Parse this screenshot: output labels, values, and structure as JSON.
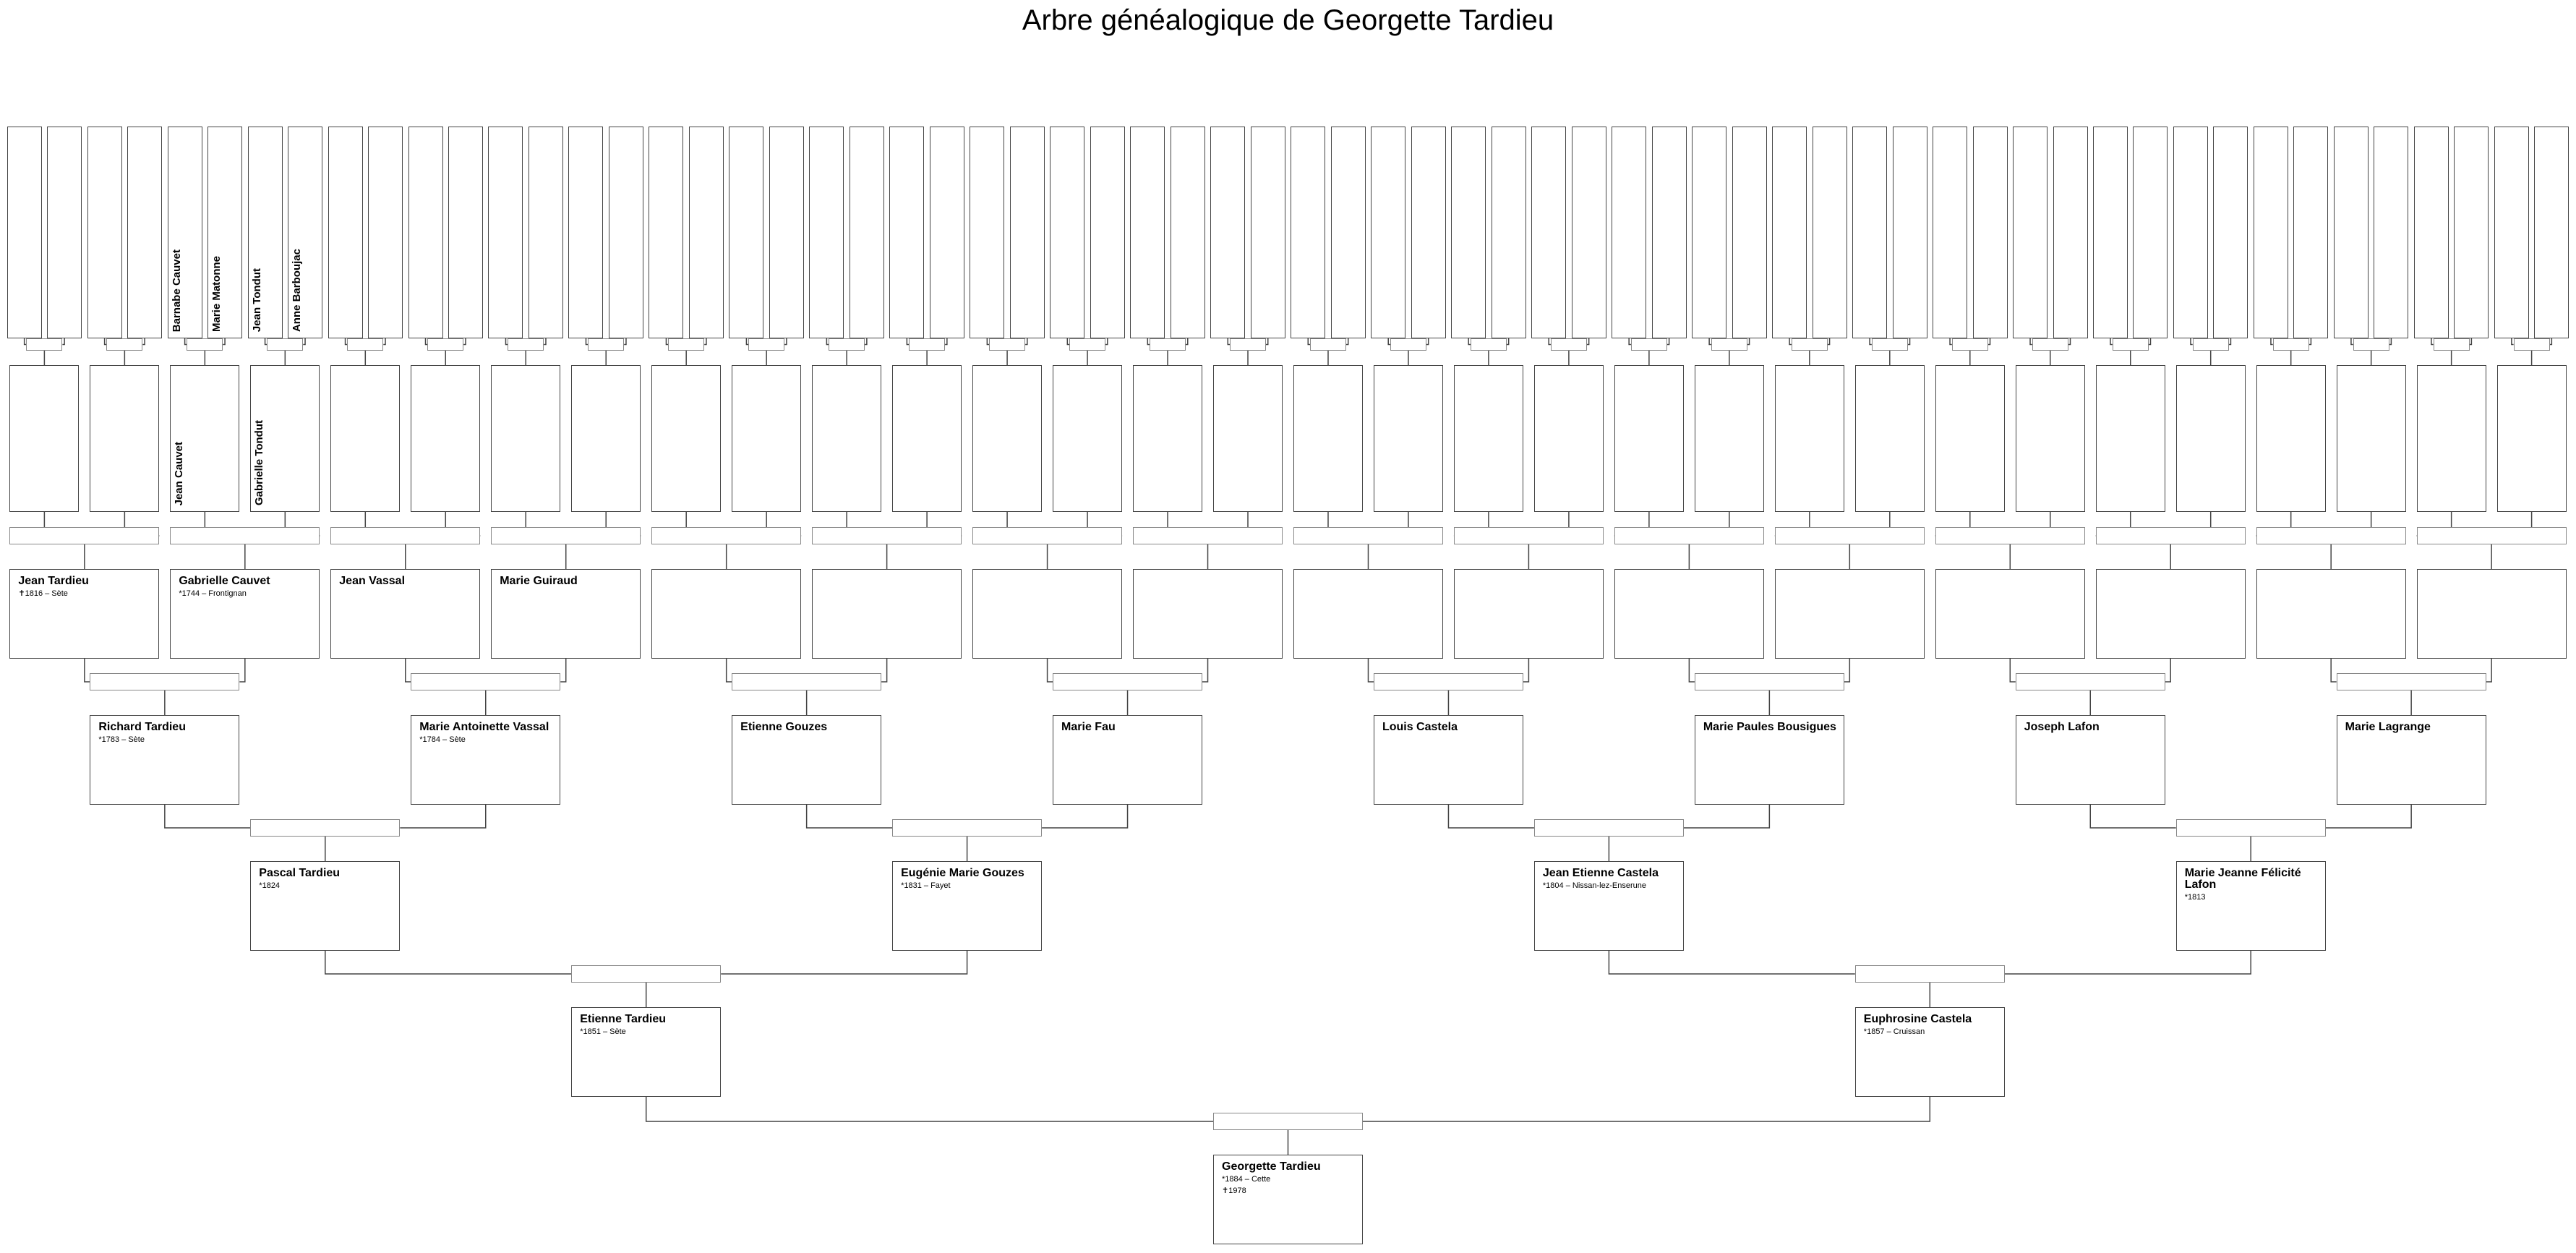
{
  "title": "Arbre généalogique de Georgette Tardieu",
  "colors": {
    "line": "#444444",
    "box_border": "#444444",
    "marriage_border": "#888888",
    "background": "#ffffff"
  },
  "people": {
    "root": {
      "name": "Georgette Tardieu",
      "lines": [
        "*1884 – Cette",
        "✝1978"
      ]
    },
    "g1": [
      {
        "name": "Etienne Tardieu",
        "lines": [
          "*1851 – Sète"
        ]
      },
      {
        "name": "Euphrosine Castela",
        "lines": [
          "*1857 – Cruissan"
        ]
      }
    ],
    "g2": [
      {
        "name": "Pascal Tardieu",
        "lines": [
          "*1824"
        ]
      },
      {
        "name": "Eugénie Marie Gouzes",
        "lines": [
          "*1831 – Fayet"
        ]
      },
      {
        "name": "Jean Etienne Castela",
        "lines": [
          "*1804 – Nissan-lez-Enserune"
        ]
      },
      {
        "name": "Marie Jeanne Félicité Lafon",
        "lines": [
          "*1813"
        ]
      }
    ],
    "g3": [
      {
        "name": "Richard Tardieu",
        "lines": [
          "*1783 – Sète"
        ]
      },
      {
        "name": "Marie Antoinette Vassal",
        "lines": [
          "*1784 – Sète"
        ]
      },
      {
        "name": "Etienne Gouzes",
        "lines": []
      },
      {
        "name": "Marie Fau",
        "lines": []
      },
      {
        "name": "Louis Castela",
        "lines": []
      },
      {
        "name": "Marie Paules Bousigues",
        "lines": []
      },
      {
        "name": "Joseph Lafon",
        "lines": []
      },
      {
        "name": "Marie Lagrange",
        "lines": []
      }
    ],
    "g4": [
      {
        "name": "Jean Tardieu",
        "lines": [
          "✝1816 – Sète"
        ]
      },
      {
        "name": "Gabrielle Cauvet",
        "lines": [
          "*1744 – Frontignan"
        ]
      },
      {
        "name": "Jean Vassal",
        "lines": []
      },
      {
        "name": "Marie Guiraud",
        "lines": []
      },
      {
        "name": "",
        "lines": []
      },
      {
        "name": "",
        "lines": []
      },
      {
        "name": "",
        "lines": []
      },
      {
        "name": "",
        "lines": []
      },
      {
        "name": "",
        "lines": []
      },
      {
        "name": "",
        "lines": []
      },
      {
        "name": "",
        "lines": []
      },
      {
        "name": "",
        "lines": []
      },
      {
        "name": "",
        "lines": []
      },
      {
        "name": "",
        "lines": []
      },
      {
        "name": "",
        "lines": []
      },
      {
        "name": "",
        "lines": []
      }
    ],
    "g5": [
      "",
      "",
      "Jean Cauvet",
      "Gabrielle Tondut",
      "",
      "",
      "",
      "",
      "",
      "",
      "",
      "",
      "",
      "",
      "",
      "",
      "",
      "",
      "",
      "",
      "",
      "",
      "",
      "",
      "",
      "",
      "",
      "",
      "",
      "",
      "",
      ""
    ],
    "g6": [
      "",
      "",
      "",
      "",
      "Barnabe Cauvet",
      "Marie Matonne",
      "Jean Tondut",
      "Anne Barboujac",
      "",
      "",
      "",
      "",
      "",
      "",
      "",
      "",
      "",
      "",
      "",
      "",
      "",
      "",
      "",
      "",
      "",
      "",
      "",
      "",
      "",
      "",
      "",
      "",
      "",
      "",
      "",
      "",
      "",
      "",
      "",
      "",
      "",
      "",
      "",
      "",
      "",
      "",
      "",
      "",
      "",
      "",
      "",
      "",
      "",
      "",
      "",
      "",
      "",
      "",
      "",
      "",
      "",
      "",
      "",
      ""
    ]
  }
}
